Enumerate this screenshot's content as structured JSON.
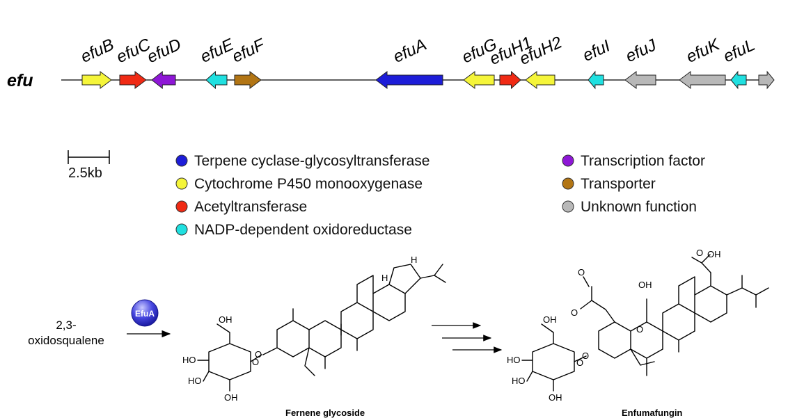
{
  "cluster": {
    "name": "efu",
    "genes": [
      {
        "id": "efuB",
        "label": "efuB",
        "start": 118,
        "end": 160,
        "dir": "right",
        "color": "#f5f53a"
      },
      {
        "id": "efuC",
        "label": "efuC",
        "start": 172,
        "end": 210,
        "dir": "right",
        "color": "#f02a14"
      },
      {
        "id": "efuD",
        "label": "efuD",
        "start": 218,
        "end": 252,
        "dir": "left",
        "color": "#8e17d6"
      },
      {
        "id": "efuE",
        "label": "efuE",
        "start": 296,
        "end": 326,
        "dir": "left",
        "color": "#20e0e0"
      },
      {
        "id": "efuF",
        "label": "efuF",
        "start": 337,
        "end": 375,
        "dir": "right",
        "color": "#b27514"
      },
      {
        "id": "efuA",
        "label": "efuA",
        "start": 540,
        "end": 636,
        "dir": "left",
        "color": "#1d1dd8"
      },
      {
        "id": "efuG",
        "label": "efuG",
        "start": 666,
        "end": 710,
        "dir": "left",
        "color": "#f5f53a"
      },
      {
        "id": "efuH1",
        "label": "efuH1",
        "start": 718,
        "end": 748,
        "dir": "right",
        "color": "#f02a14"
      },
      {
        "id": "efuH2",
        "label": "efuH2",
        "start": 755,
        "end": 797,
        "dir": "left",
        "color": "#f5f53a"
      },
      {
        "id": "efuI",
        "label": "efuI",
        "start": 845,
        "end": 867,
        "dir": "left",
        "color": "#20e0e0"
      },
      {
        "id": "efuJ",
        "label": "efuJ",
        "start": 898,
        "end": 942,
        "dir": "left",
        "color": "#b8b8b8"
      },
      {
        "id": "efuK",
        "label": "efuK",
        "start": 976,
        "end": 1042,
        "dir": "left",
        "color": "#b8b8b8"
      },
      {
        "id": "efuL",
        "label": "efuL",
        "start": 1050,
        "end": 1072,
        "dir": "left",
        "color": "#20e0e0"
      },
      {
        "id": "efuM",
        "label": "",
        "start": 1090,
        "end": 1112,
        "dir": "right",
        "color": "#b8b8b8"
      }
    ]
  },
  "scale": {
    "label": "2.5kb"
  },
  "legend": {
    "left": [
      {
        "label": "Terpene cyclase-glycosyltransferase",
        "color": "#1d1dd8"
      },
      {
        "label": "Cytochrome P450 monooxygenase",
        "color": "#f5f53a"
      },
      {
        "label": "Acetyltransferase",
        "color": "#f02a14"
      },
      {
        "label": "NADP-dependent oxidoreductase",
        "color": "#20e0e0"
      }
    ],
    "right": [
      {
        "label": "Transcription factor",
        "color": "#8e17d6"
      },
      {
        "label": "Transporter",
        "color": "#b27514"
      },
      {
        "label": "Unknown function",
        "color": "#b8b8b8"
      }
    ]
  },
  "pathway": {
    "substrate_line1": "2,3-",
    "substrate_line2": "oxidosqualene",
    "enzyme": "EfuA",
    "intermediate": "Fernene glycoside",
    "product": "Enfumafungin"
  }
}
